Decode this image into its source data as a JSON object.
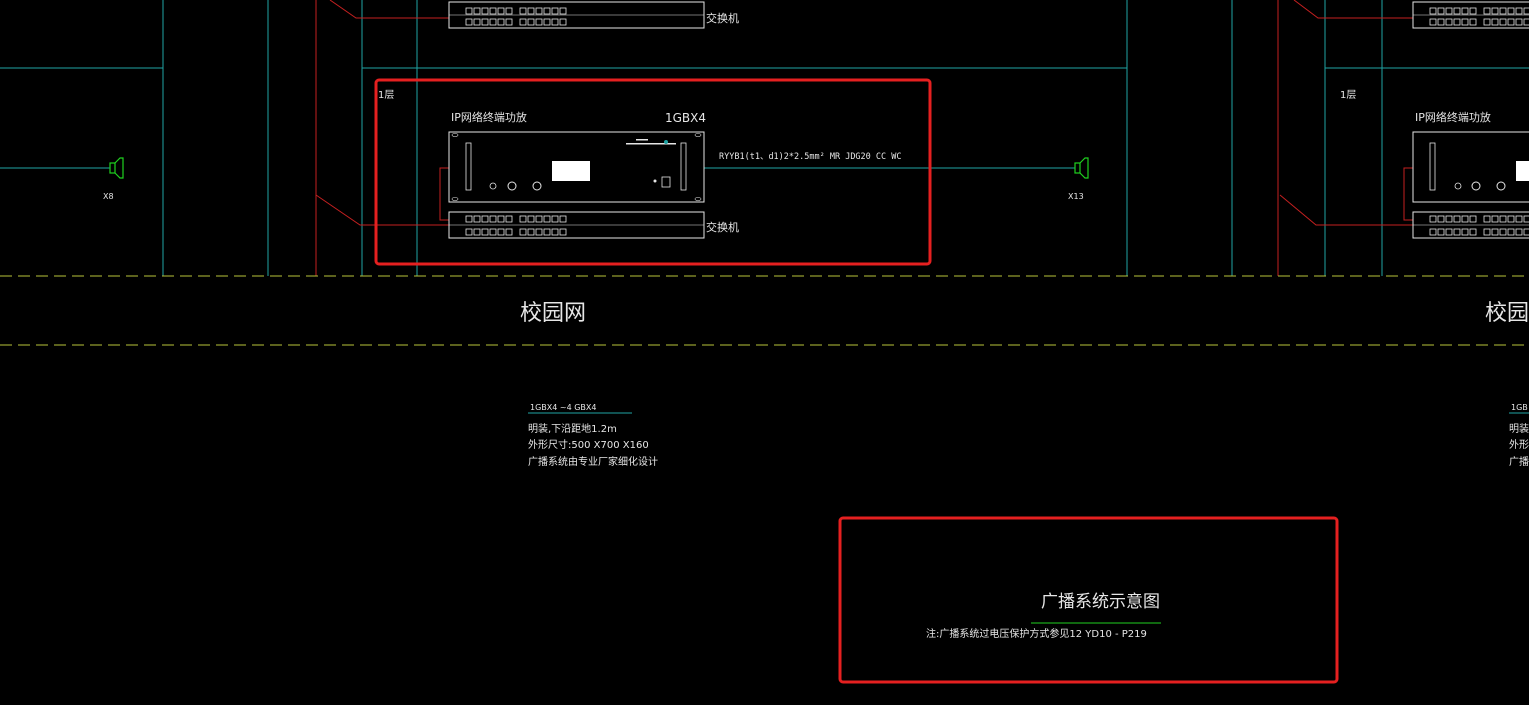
{
  "colors": {
    "background": "#000000",
    "cyan_line": "#1fa3a3",
    "red_line": "#c42020",
    "yellow_dash": "#b8c43a",
    "green_symbol": "#1fd11f",
    "highlight_box": "#e52020",
    "text": "#e6e6e6"
  },
  "switch_label": "交换机",
  "amp_block": {
    "floor_label": "1层",
    "device_title": "IP网络终端功放",
    "device_code": "1GBX4",
    "cable_spec": "RYYB1(t1、d1)2*2.5mm²  MR  JDG20  CC  WC"
  },
  "right_block": {
    "floor_label": "1层",
    "device_title": "IP网络终端功放"
  },
  "speakers": {
    "left": "X8",
    "right": "X13"
  },
  "campus_network_label": "校园网",
  "spec_note": {
    "heading": "1GBX4 ~4 GBX4",
    "line1": "明装,下沿距地1.2m",
    "line2": "外形尺寸:500 X700 X160",
    "line3": "广播系统由专业厂家细化设计"
  },
  "right_spec_note": {
    "heading": "1GB",
    "line1": "明装,",
    "line2": "外形尺",
    "line3": "广播系"
  },
  "drawing": {
    "title": "广播系统示意图",
    "note": "注:广播系统过电压保护方式参见12 YD10 - P219"
  }
}
